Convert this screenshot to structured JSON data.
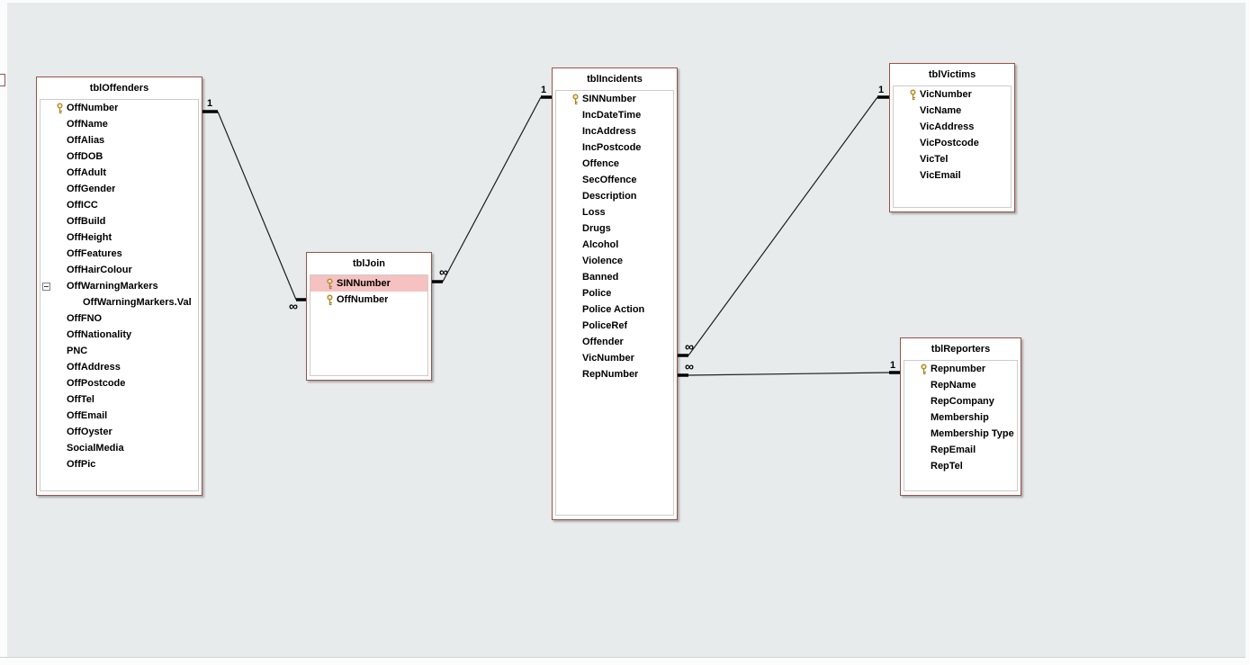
{
  "canvas": {
    "background_color": "#e7ebeb",
    "table_border_color": "#9b524b",
    "selected_row_color": "#f6c1c1",
    "key_icon_color": "#a8842c",
    "relationship_line_color": "#000000"
  },
  "icons": {
    "primary_key_icon": "gold-key",
    "collapse_icon": "minus-box"
  },
  "tables": [
    {
      "title": "tblOffenders",
      "fields": [
        {
          "name": "OffNumber",
          "key": true
        },
        {
          "name": "OffName"
        },
        {
          "name": "OffAlias"
        },
        {
          "name": "OffDOB"
        },
        {
          "name": "OffAdult"
        },
        {
          "name": "OffGender"
        },
        {
          "name": "OffICC"
        },
        {
          "name": "OffBuild"
        },
        {
          "name": "OffHeight"
        },
        {
          "name": "OffFeatures"
        },
        {
          "name": "OffHairColour"
        },
        {
          "name": "OffWarningMarkers",
          "expandable": true
        },
        {
          "name": "OffWarningMarkers.Val",
          "indent": true
        },
        {
          "name": "OffFNO"
        },
        {
          "name": "OffNationality"
        },
        {
          "name": "PNC"
        },
        {
          "name": "OffAddress"
        },
        {
          "name": "OffPostcode"
        },
        {
          "name": "OffTel"
        },
        {
          "name": "OffEmail"
        },
        {
          "name": "OffOyster"
        },
        {
          "name": "SocialMedia"
        },
        {
          "name": "OffPic"
        }
      ]
    },
    {
      "title": "tblJoin",
      "fields": [
        {
          "name": "SINNumber",
          "key": true,
          "selected": true
        },
        {
          "name": "OffNumber",
          "key": true
        }
      ]
    },
    {
      "title": "tblIncidents",
      "fields": [
        {
          "name": "SINNumber",
          "key": true
        },
        {
          "name": "IncDateTime"
        },
        {
          "name": "IncAddress"
        },
        {
          "name": "IncPostcode"
        },
        {
          "name": "Offence"
        },
        {
          "name": "SecOffence"
        },
        {
          "name": "Description"
        },
        {
          "name": "Loss"
        },
        {
          "name": "Drugs"
        },
        {
          "name": "Alcohol"
        },
        {
          "name": "Violence"
        },
        {
          "name": "Banned"
        },
        {
          "name": "Police"
        },
        {
          "name": "Police Action"
        },
        {
          "name": "PoliceRef"
        },
        {
          "name": "Offender"
        },
        {
          "name": "VicNumber"
        },
        {
          "name": "RepNumber"
        }
      ]
    },
    {
      "title": "tblVictims",
      "fields": [
        {
          "name": "VicNumber",
          "key": true
        },
        {
          "name": "VicName"
        },
        {
          "name": "VicAddress"
        },
        {
          "name": "VicPostcode"
        },
        {
          "name": "VicTel"
        },
        {
          "name": "VicEmail"
        }
      ]
    },
    {
      "title": "tblReporters",
      "fields": [
        {
          "name": "Repnumber",
          "key": true
        },
        {
          "name": "RepName"
        },
        {
          "name": "RepCompany"
        },
        {
          "name": "Membership"
        },
        {
          "name": "Membership Type"
        },
        {
          "name": "RepEmail"
        },
        {
          "name": "RepTel"
        }
      ]
    }
  ],
  "relationships": [
    {
      "from": "tblOffenders",
      "to": "tblJoin",
      "type": "one-to-many",
      "one_label": "1",
      "many_label": "∞"
    },
    {
      "from": "tblIncidents",
      "to": "tblJoin",
      "type": "one-to-many",
      "one_label": "1",
      "many_label": "∞"
    },
    {
      "from": "tblVictims",
      "to": "tblIncidents",
      "type": "one-to-many",
      "one_label": "1",
      "many_label": "∞"
    },
    {
      "from": "tblReporters",
      "to": "tblIncidents",
      "type": "one-to-many",
      "one_label": "1",
      "many_label": "∞"
    }
  ]
}
